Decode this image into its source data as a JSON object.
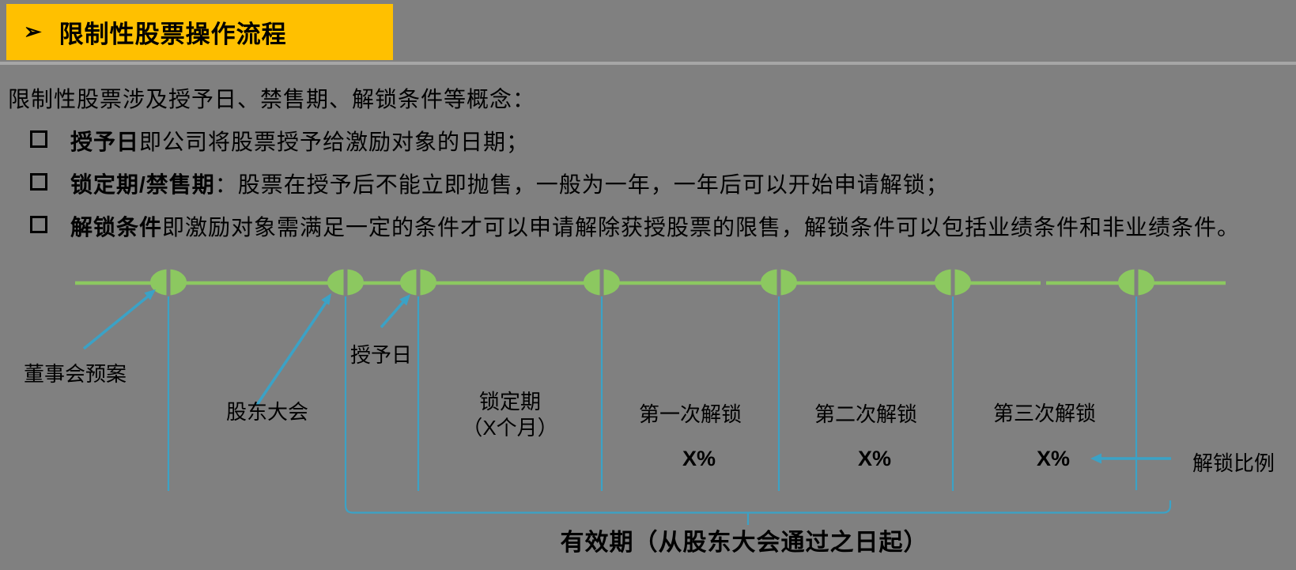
{
  "colors": {
    "bg": "#808080",
    "banner": "#FFC000",
    "ink": "#000000",
    "green": "#8CC860",
    "teal": "#3BA2C6",
    "divider": "#A6A6A6"
  },
  "header": {
    "marker": "➢",
    "title": "限制性股票操作流程"
  },
  "intro": "限制性股票涉及授予日、禁售期、解锁条件等概念：",
  "bullets": [
    {
      "term": "授予日",
      "desc": "即公司将股票授予给激励对象的日期；"
    },
    {
      "term": "锁定期/禁售期",
      "desc": "：股票在授予后不能立即抛售，一般为一年，一年后可以开始申请解锁；"
    },
    {
      "term": "解锁条件",
      "desc": "即激励对象需满足一定的条件才可以申请解除获授股票的限售，解锁条件可以包括业绩条件和非业绩条件。"
    }
  ],
  "timeline": {
    "milestones": [
      {
        "label": "董事会预案"
      },
      {
        "label": "股东大会"
      },
      {
        "label": "授予日"
      }
    ],
    "stages": [
      {
        "line1": "锁定期",
        "line2": "（X个月）"
      },
      {
        "label": "第一次解锁",
        "pct": "X%"
      },
      {
        "label": "第二次解锁",
        "pct": "X%"
      },
      {
        "label": "第三次解锁",
        "pct": "X%"
      }
    ],
    "unlock_ratio": "解锁比例",
    "validity": "有效期（从股东大会通过之日起）"
  }
}
